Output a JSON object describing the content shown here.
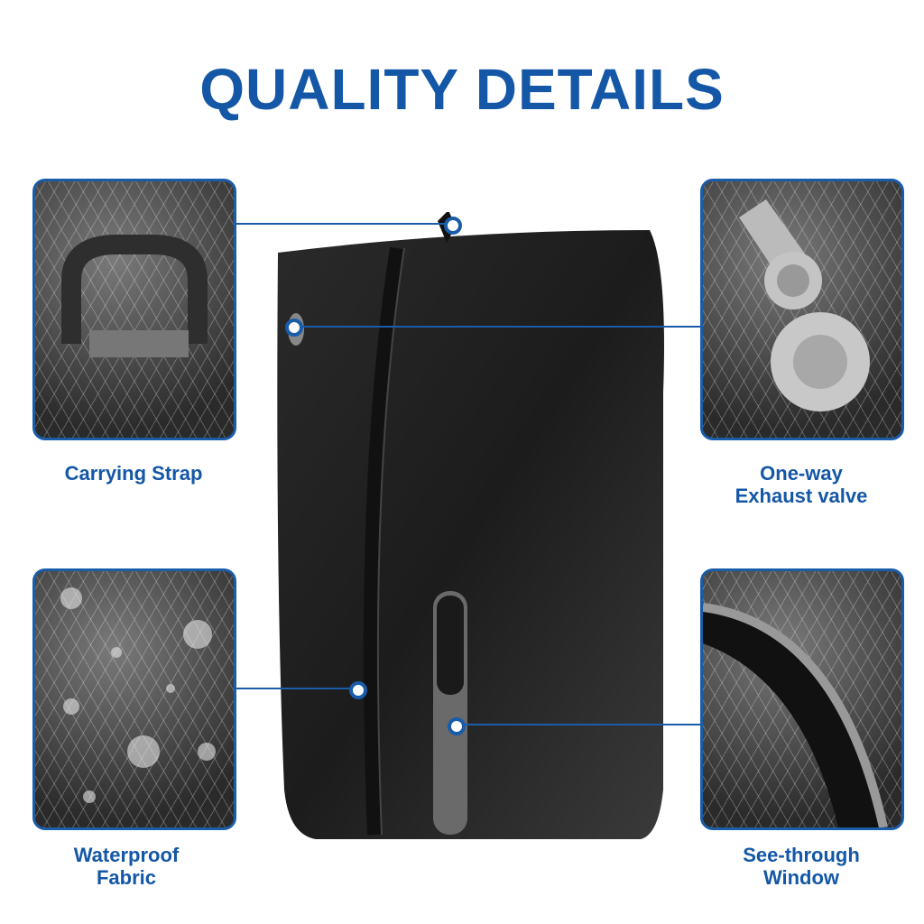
{
  "title": "QUALITY DETAILS",
  "features": [
    {
      "label_lines": [
        "Carrying Strap"
      ]
    },
    {
      "label_lines": [
        "One-way",
        "Exhaust valve"
      ]
    },
    {
      "label_lines": [
        "Waterproof",
        "Fabric"
      ]
    },
    {
      "label_lines": [
        "See-through",
        "Window"
      ]
    }
  ],
  "colors": {
    "accent": "#1a5ca8",
    "title": "#1457a6"
  }
}
